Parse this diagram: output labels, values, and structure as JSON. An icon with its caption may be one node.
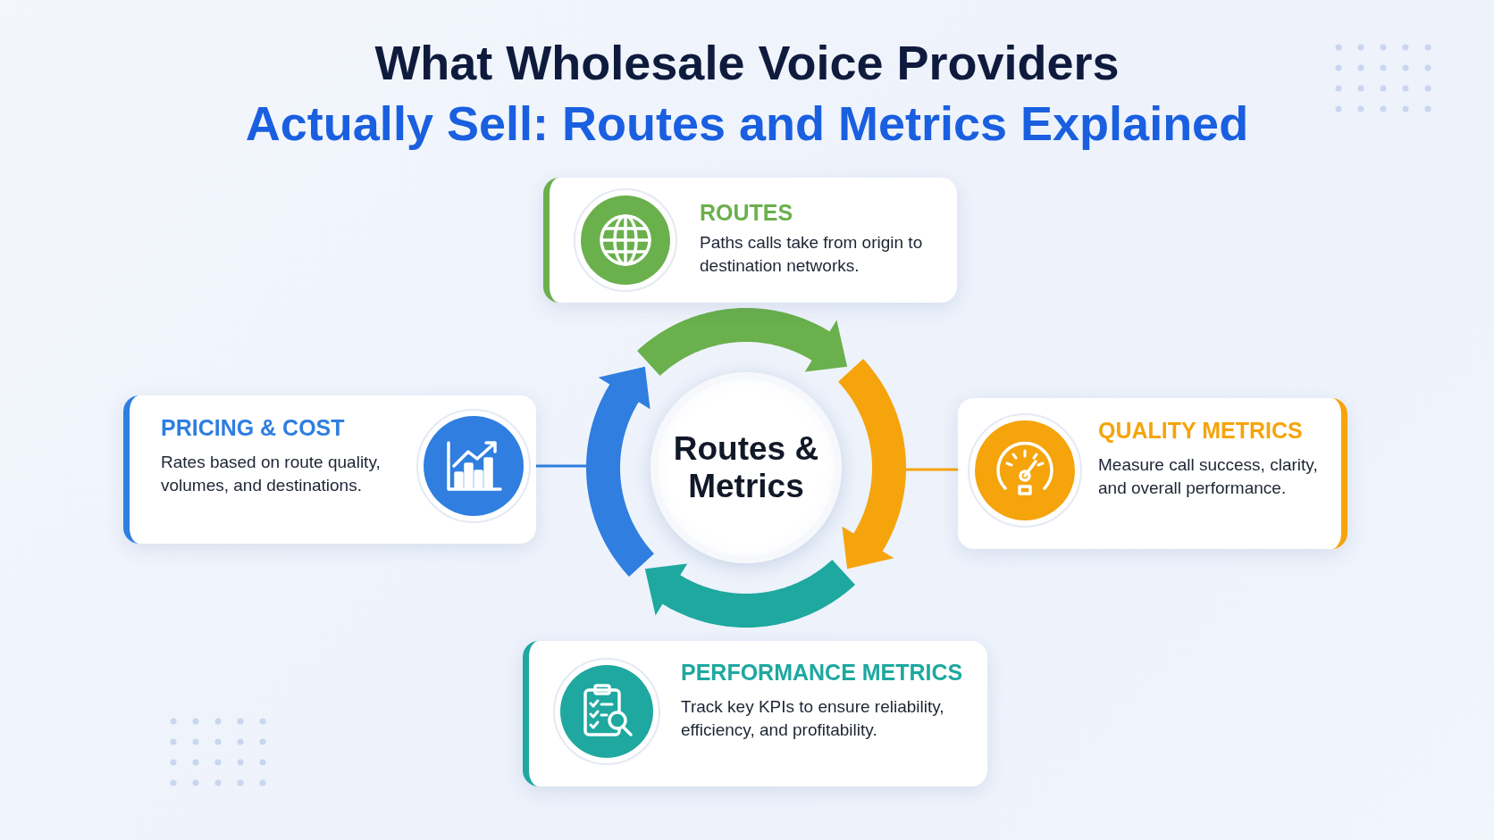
{
  "diagram": {
    "title": "What Wholesale Voice Providers Actually Sell: Routes and Metrics Explained",
    "nodes": [
      {
        "text": [
          "Routes & Metrics"
        ]
      },
      {
        "text": [
          "ROUTES",
          "Paths calls take from origin to destination networks."
        ]
      },
      {
        "text": [
          "PRICING & COST",
          "Rates based on route quality, volumes, and destinations."
        ]
      },
      {
        "text": [
          "QUALITY METRICS",
          "Measure call success, clarity, and overall performance."
        ]
      },
      {
        "text": [
          "PERFORMANCE METRICS",
          "Track key KPIs to ensure reliability, efficiency, and profitability."
        ]
      }
    ],
    "edges": [
      {
        "from": 2,
        "to": null,
        "arrow": "none",
        "color": "#2f7ee0"
      },
      {
        "from": 3,
        "to": null,
        "arrow": "none",
        "color": "#f5a40c"
      }
    ]
  }
}
